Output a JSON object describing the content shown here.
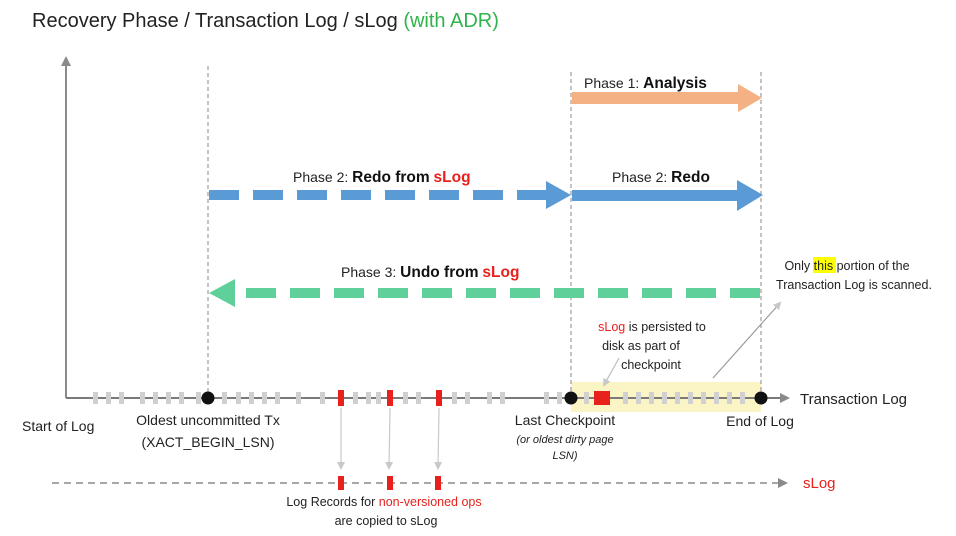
{
  "title": {
    "main": "Recovery Phase / Transaction Log / sLog",
    "accent": "(with ADR)"
  },
  "phases": {
    "analysis": {
      "prefix": "Phase 1:",
      "name": "Analysis"
    },
    "redo_slog": {
      "prefix": "Phase 2:",
      "name": "Redo from",
      "highlight": "sLog"
    },
    "redo": {
      "prefix": "Phase 2:",
      "name": "Redo"
    },
    "undo_slog": {
      "prefix": "Phase 3:",
      "name": "Undo from",
      "highlight": "sLog"
    }
  },
  "notes": {
    "scanned": {
      "line1_pre": "Only",
      "line1_hl": "this",
      "line1_post": "portion of the",
      "line2": "Transaction Log is scanned."
    },
    "persisted": {
      "line1_hl": "sLog",
      "line1_post": "is persisted to",
      "line2": "disk as part of",
      "line3": "checkpoint"
    },
    "copied": {
      "line1_pre": "Log Records for",
      "line1_hl": "non-versioned ops",
      "line2": "are copied to sLog"
    }
  },
  "points": {
    "start": "Start of Log",
    "oldest_line1": "Oldest uncommitted Tx",
    "oldest_line2": "(XACT_BEGIN_LSN)",
    "checkpoint": "Last Checkpoint",
    "checkpoint_note1": "(or oldest dirty page",
    "checkpoint_note2": "LSN)",
    "end": "End of Log"
  },
  "axes": {
    "transaction_log": "Transaction Log",
    "slog": "sLog"
  },
  "colors": {
    "analysis": "#f4b183",
    "redo": "#5b9bd5",
    "undo": "#5fd09a",
    "accent_green": "#2fb34a",
    "red": "#e8211d",
    "highlight_yellow": "#fbf4c4",
    "marker_yellow": "#ffff00",
    "gray_tick": "#d0d0d0"
  }
}
